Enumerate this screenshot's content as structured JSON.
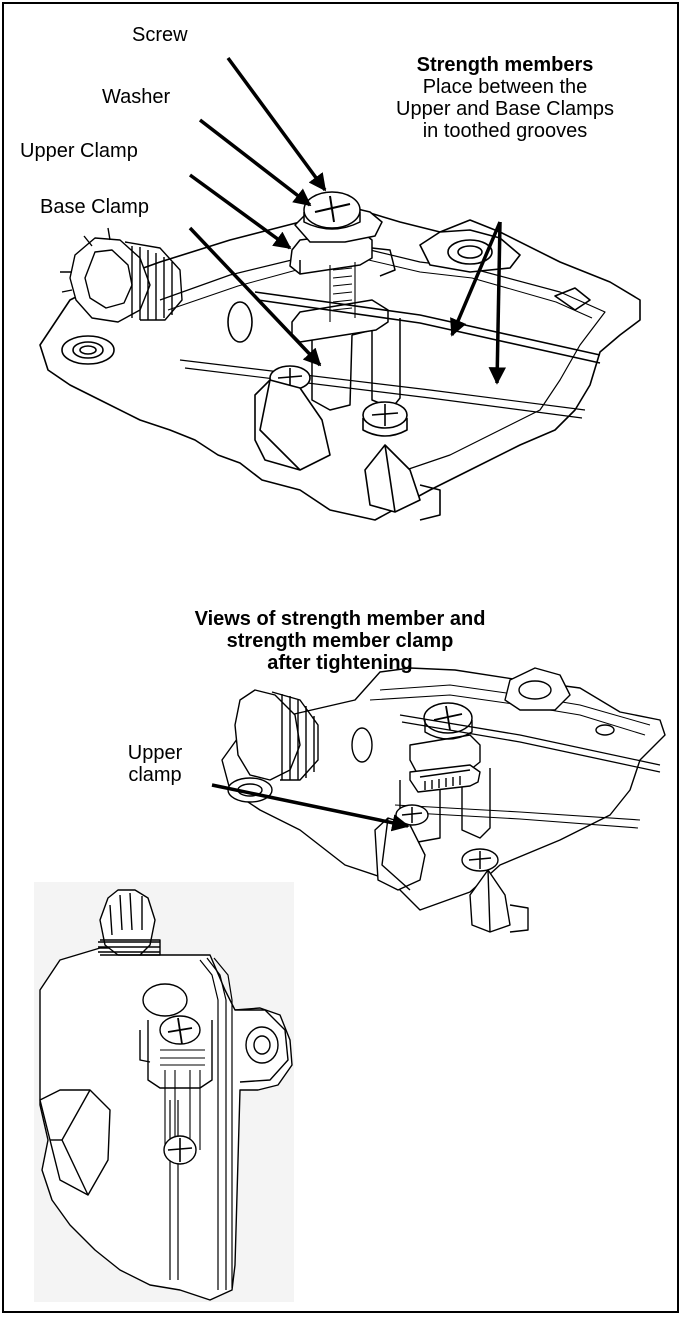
{
  "top_view": {
    "labels": {
      "screw": "Screw",
      "washer": "Washer",
      "upper_clamp": "Upper Clamp",
      "base_clamp": "Base Clamp"
    },
    "strength_members": {
      "title": "Strength members",
      "line1": "Place between the",
      "line2": "Upper and Base Clamps",
      "line3": "in toothed grooves"
    }
  },
  "bottom_views": {
    "heading_line1": "Views of strength member and",
    "heading_line2": "strength member clamp",
    "heading_line3": "after tightening",
    "upper_clamp_line1": "Upper",
    "upper_clamp_line2": "clamp"
  }
}
